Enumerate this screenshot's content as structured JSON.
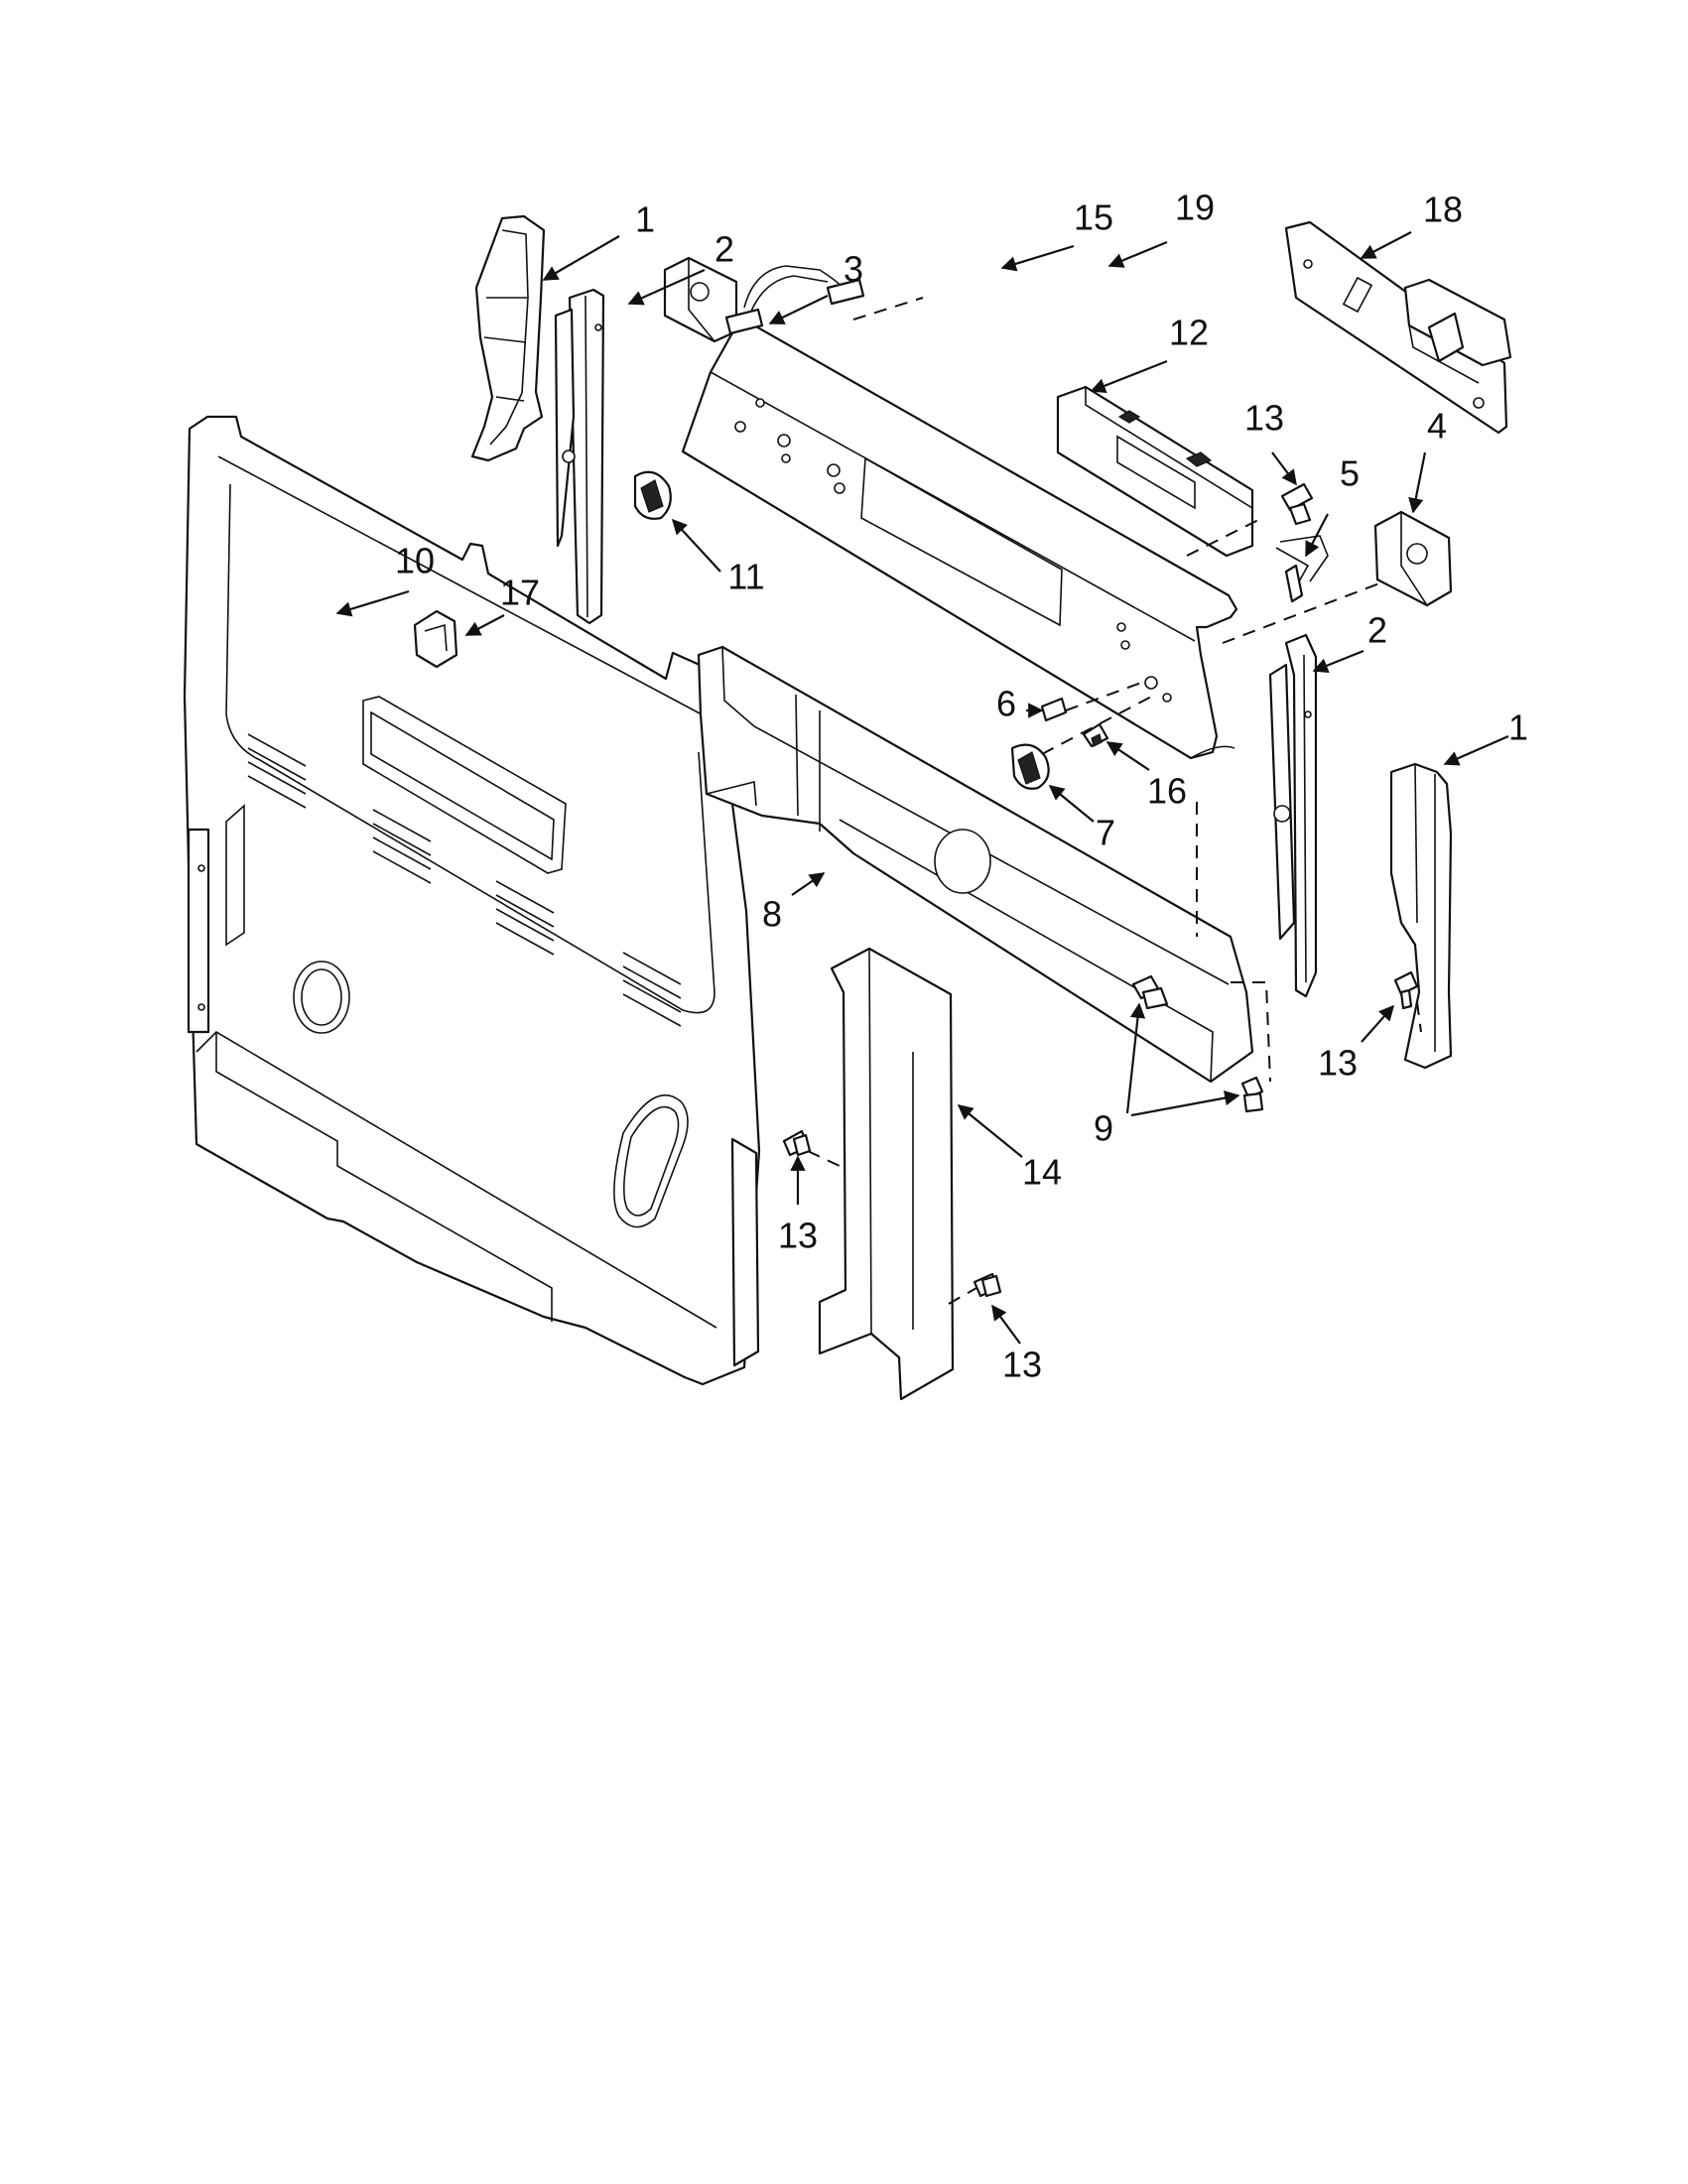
{
  "callouts": [
    {
      "id": "c1-left",
      "text": "1"
    },
    {
      "id": "c2-left",
      "text": "2"
    },
    {
      "id": "c3",
      "text": "3"
    },
    {
      "id": "c15",
      "text": "15"
    },
    {
      "id": "c19",
      "text": "19"
    },
    {
      "id": "c18",
      "text": "18"
    },
    {
      "id": "c12",
      "text": "12"
    },
    {
      "id": "c13-top",
      "text": "13"
    },
    {
      "id": "c4",
      "text": "4"
    },
    {
      "id": "c5",
      "text": "5"
    },
    {
      "id": "c11",
      "text": "11"
    },
    {
      "id": "c10",
      "text": "10"
    },
    {
      "id": "c17",
      "text": "17"
    },
    {
      "id": "c2-right",
      "text": "2"
    },
    {
      "id": "c6",
      "text": "6"
    },
    {
      "id": "c16",
      "text": "16"
    },
    {
      "id": "c7",
      "text": "7"
    },
    {
      "id": "c1-right",
      "text": "1"
    },
    {
      "id": "c8",
      "text": "8"
    },
    {
      "id": "c13-right",
      "text": "13"
    },
    {
      "id": "c9",
      "text": "9"
    },
    {
      "id": "c14",
      "text": "14"
    },
    {
      "id": "c13-mid",
      "text": "13"
    },
    {
      "id": "c13-bottom",
      "text": "13"
    }
  ]
}
